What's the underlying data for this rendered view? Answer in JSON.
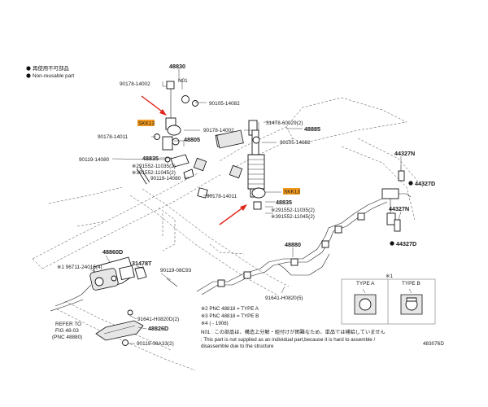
{
  "legend": {
    "non_reusable_jp": "再使用不可部品",
    "non_reusable_en": "Non-reusable part"
  },
  "labels": {
    "p48830": "48830",
    "p90178_14002_top": "90178-14002",
    "n01": "N01",
    "p90105_14082_top": "90105-14082",
    "p31478": "31478-60029(2)",
    "p48885": "48885",
    "p90178_14002_mid": "90178-14002",
    "p90105_14082_mid": "90105-14082",
    "p90178_14011_left": "90178-14011",
    "p48805": "48805",
    "p90119_14080_left": "90119-14080",
    "p48835_upper": "48835",
    "p91552_upper": "※291552-11035(2)",
    "p91552_11045_upper": "※391552-11045(2)",
    "p90119_14080_mid": "90119-14080",
    "p90178_14011_mid": "90178-14011",
    "p48835_lower": "48835",
    "p91552_lower": "※291552-11035(2)",
    "p91552_11045_lower": "※391552-11045(2)",
    "p44327N_top": "44327N",
    "p44327D_top": "44327D",
    "p44327N_bot": "44327N",
    "p44327D_bot": "44327D",
    "p48880": "48880",
    "p48860D": "48860D",
    "p96711": "※1 96711-24015(4)",
    "p31478T": "31478T",
    "p90119_08C93": "90119-08C93",
    "p91641_H0820": "91641-H0820(5)",
    "p91641_H0820D": "91641-H0820D(2)",
    "p48826D": "48826D",
    "p90119_08A33": "90119-08A33(2)",
    "refer": "REFER TO",
    "refer_fig": "FIG 48-03",
    "refer_pnc": "(PNC 48880)",
    "sskt_upper": "SKK13",
    "sskt_lower": "SKK13",
    "asterisk1": "※1",
    "type_a": "TYPE A",
    "type_b": "TYPE B",
    "fig_id": "483076D"
  },
  "notes": [
    "※2 PNC 48818 = TYPE A",
    "※3 PNC 48818 = TYPE B",
    "※4 (      - 1908)",
    "N01 : この部品は、構造上分解・組付けが困難なため、単品では補給していません",
    "       : This part is not supplied as an individual part,because it is hard to assemble /",
    "         disassemble due to the structure"
  ],
  "colors": {
    "highlight": "#f39a1e",
    "arrow": "#e0261b",
    "line": "#222222"
  }
}
